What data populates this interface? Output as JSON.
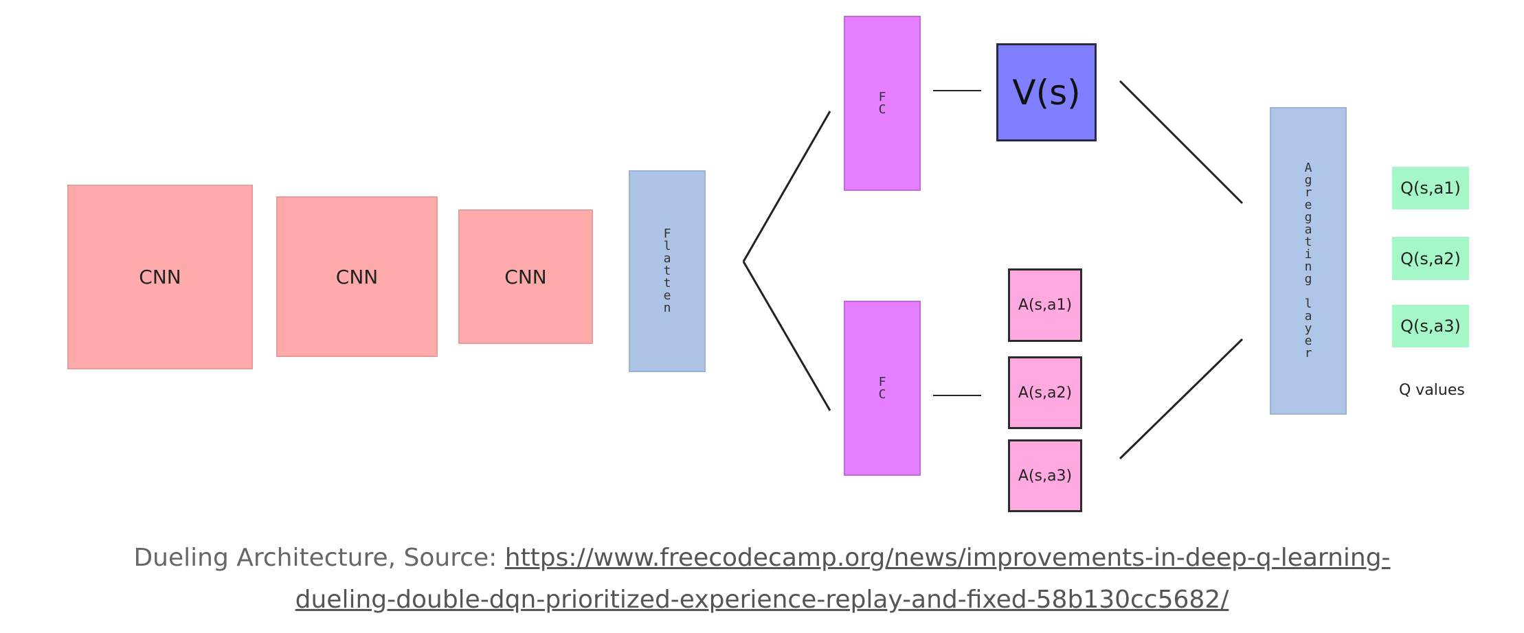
{
  "diagram": {
    "cnn_labels": [
      "CNN",
      "CNN",
      "CNN"
    ],
    "flatten_label": "Flatten",
    "fc_labels": [
      "FC",
      "FC"
    ],
    "value_label": "V(s)",
    "advantage_labels": [
      "A(s,a1)",
      "A(s,a2)",
      "A(s,a3)"
    ],
    "aggregating_label": "Agregating layer",
    "q_labels": [
      "Q(s,a1)",
      "Q(s,a2)",
      "Q(s,a3)"
    ],
    "q_values_label": "Q values"
  },
  "caption": {
    "prefix": "Dueling Architecture, Source: ",
    "link_line1": "https://www.freecodecamp.org/news/improvements-in-deep-q-learning-",
    "link_line2": "dueling-double-dqn-prioritized-experience-replay-and-fixed-58b130cc5682/"
  },
  "colors": {
    "cnn": "#ffabab",
    "flatten": "#adc4e6",
    "fc": "#e57fff",
    "value": "#7f7fff",
    "advantage": "#ffa9e0",
    "aggregating": "#afc6e8",
    "q": "#a6f7c7",
    "caption_text": "#666666"
  }
}
